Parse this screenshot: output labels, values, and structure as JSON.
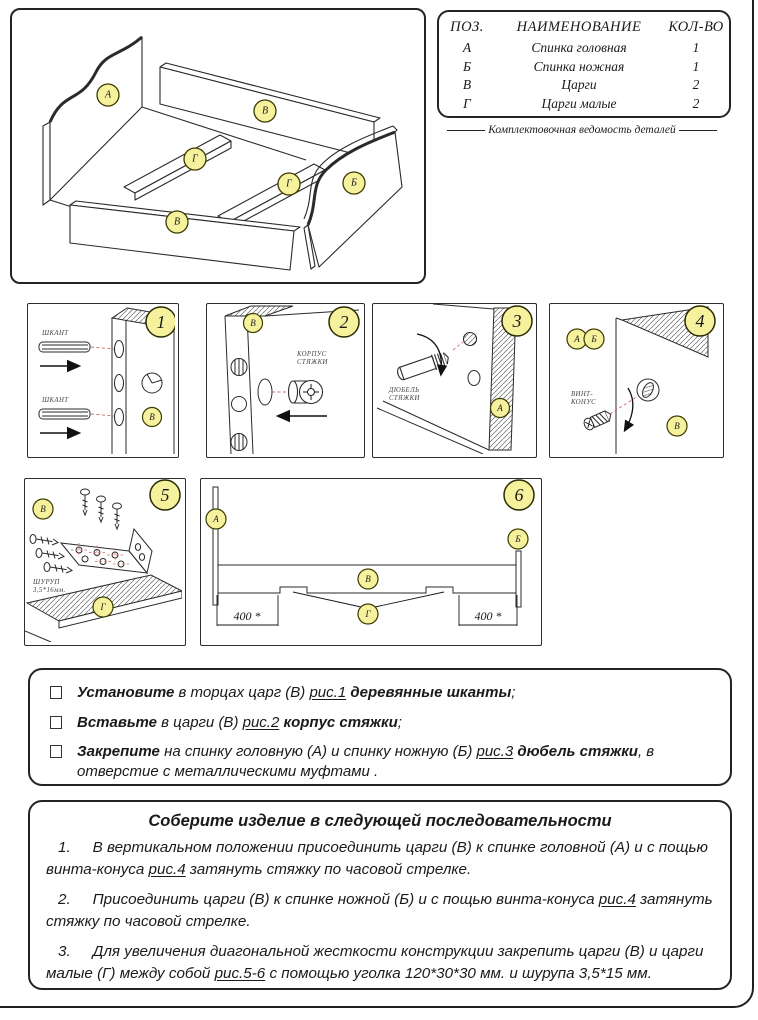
{
  "parts_table": {
    "headers": [
      "ПОЗ.",
      "НАИМЕНОВАНИЕ",
      "КОЛ-ВО"
    ],
    "rows": [
      {
        "pos": "А",
        "name": "Спинка головная",
        "qty": "1"
      },
      {
        "pos": "Б",
        "name": "Спинка ножная",
        "qty": "1"
      },
      {
        "pos": "В",
        "name": "Царги",
        "qty": "2"
      },
      {
        "pos": "Г",
        "name": "Царги малые",
        "qty": "2"
      }
    ],
    "caption": "Комплектовочная ведомость деталей"
  },
  "figure_labels": {
    "a": "А",
    "b": "Б",
    "v": "В",
    "g": "Г"
  },
  "panels": {
    "p1": {
      "number": "1",
      "dowel_label": "ШКАНТ",
      "part_v": "В"
    },
    "p2": {
      "number": "2",
      "part_v": "В",
      "label1": "КОРПУС",
      "label2": "СТЯЖКИ"
    },
    "p3": {
      "number": "3",
      "label1": "ДЮБЕЛЬ",
      "label2": "СТЯЖКИ",
      "part_a": "А"
    },
    "p4": {
      "number": "4",
      "part_a": "А",
      "part_b": "Б",
      "label1": "ВИНТ-",
      "label2": "КОНУС",
      "part_v": "В"
    },
    "p5": {
      "number": "5",
      "part_v": "В",
      "label1": "ШУРУП",
      "label2": "3,5*16мм.",
      "part_g": "Г"
    },
    "p6": {
      "number": "6",
      "part_a": "А",
      "part_b": "Б",
      "part_v": "В",
      "part_g": "Г",
      "dim_left": "400 *",
      "dim_right": "400 *"
    }
  },
  "checklist": {
    "items": [
      {
        "verb": "Установите",
        "mid": " в торцах царг (В) ",
        "fig": "рис.1",
        "term": " деревянные шканты",
        "tail": ";"
      },
      {
        "verb": "Вставьте",
        "mid": " в царги (В) ",
        "fig": "рис.2",
        "term": " корпус стяжки",
        "tail": ";"
      },
      {
        "verb": "Закрепите",
        "mid": " на спинку головную (А) и спинку ножную (Б) ",
        "fig": "рис.3",
        "term": " дюбель стяжки",
        "tail": ", в отверстие с металлическими муфтами ."
      }
    ]
  },
  "sequence": {
    "title": "Соберите изделие в следующей последовательности",
    "steps": [
      {
        "num": "1.",
        "pre": "В вертикальном положении присоединить царги (В) к спинке головной (А) и с пощью винта-конуса ",
        "fig": "рис.4",
        "post": " затянуть стяжку по часовой стрелке."
      },
      {
        "num": "2.",
        "pre": "Присоединить царги (В) к спинке ножной (Б) и с пощью винта-конуса ",
        "fig": "рис.4",
        "post": " затянуть стяжку по часовой стрелке."
      },
      {
        "num": "3.",
        "pre": "Для увеличения диагональной жесткости конструкции закрепить царги (В) и царги малые (Г) между собой ",
        "fig": "рис.5-6",
        "post": " с помощью уголка 120*30*30 мм. и шурупа 3,5*15 мм."
      }
    ]
  }
}
